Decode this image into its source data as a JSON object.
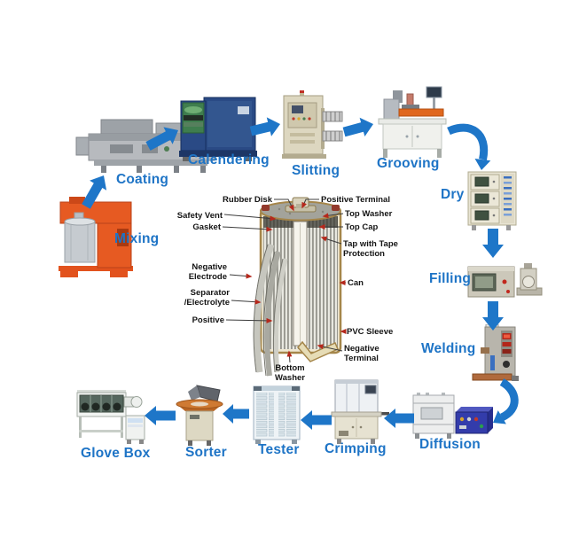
{
  "colors": {
    "label_blue": "#1e74c6",
    "arrow_blue": "#1e76c8",
    "pointer_line": "#3c3c3c",
    "pointer_arrow_red": "#b5281c",
    "battery_can_gold": "#a5864a"
  },
  "steps": [
    {
      "id": "mixing",
      "label": "Mixing"
    },
    {
      "id": "coating",
      "label": "Coating"
    },
    {
      "id": "calendering",
      "label": "Calendering"
    },
    {
      "id": "slitting",
      "label": "Slitting"
    },
    {
      "id": "grooving",
      "label": "Grooving"
    },
    {
      "id": "dry",
      "label": "Dry"
    },
    {
      "id": "filling",
      "label": "Filling"
    },
    {
      "id": "welding",
      "label": "Welding"
    },
    {
      "id": "diffusion",
      "label": "Diffusion"
    },
    {
      "id": "crimping",
      "label": "Crimping"
    },
    {
      "id": "tester",
      "label": "Tester"
    },
    {
      "id": "sorter",
      "label": "Sorter"
    },
    {
      "id": "glove_box",
      "label": "Glove Box"
    }
  ],
  "battery": {
    "labels": {
      "rubber_disk": "Rubber Disk",
      "positive_terminal": "Positive Terminal",
      "safety_vent": "Safety Vent",
      "top_washer": "Top Washer",
      "gasket": "Gasket",
      "top_cap": "Top Cap",
      "tap_with_tape": "Tap with Tape Protection",
      "negative_electrode": "Negative Electrode",
      "can": "Can",
      "separator_electrolyte": "Separator /Electrolyte",
      "positive": "Positive",
      "pvc_sleeve": "PVC Sleeve",
      "negative_terminal": "Negative Terminal",
      "bottom_washer": "Bottom Washer"
    }
  }
}
